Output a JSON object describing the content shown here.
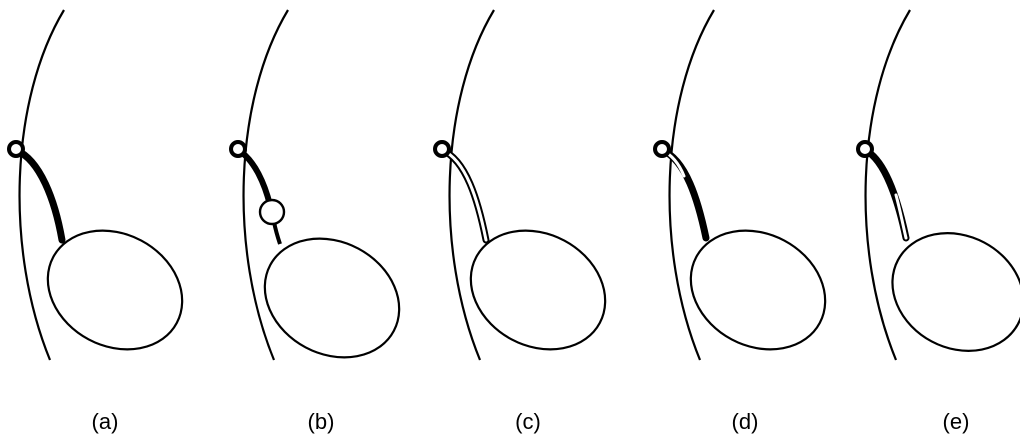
{
  "figure": {
    "panels": [
      {
        "label": "(a)",
        "variant": "solid-stalk"
      },
      {
        "label": "(b)",
        "variant": "stalk-with-node"
      },
      {
        "label": "(c)",
        "variant": "hollow-stalk"
      },
      {
        "label": "(d)",
        "variant": "partly-hollow-top"
      },
      {
        "label": "(e)",
        "variant": "partly-hollow-bottom"
      }
    ]
  }
}
